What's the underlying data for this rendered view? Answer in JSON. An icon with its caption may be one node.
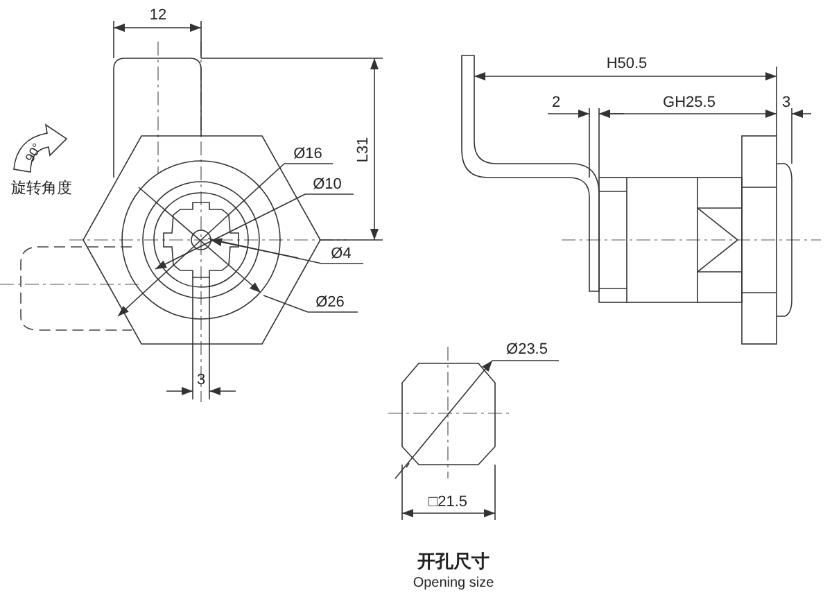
{
  "diagram": {
    "caption": "开孔尺寸",
    "labels": [
      "12",
      "L31",
      "90°",
      "旋转角度",
      "Ø16",
      "Ø10",
      "Ø4",
      "Ø26",
      "3",
      "H50.5",
      "2",
      "GH25.5",
      "3",
      "Ø23.5",
      "□21.5",
      "Opening size"
    ]
  }
}
